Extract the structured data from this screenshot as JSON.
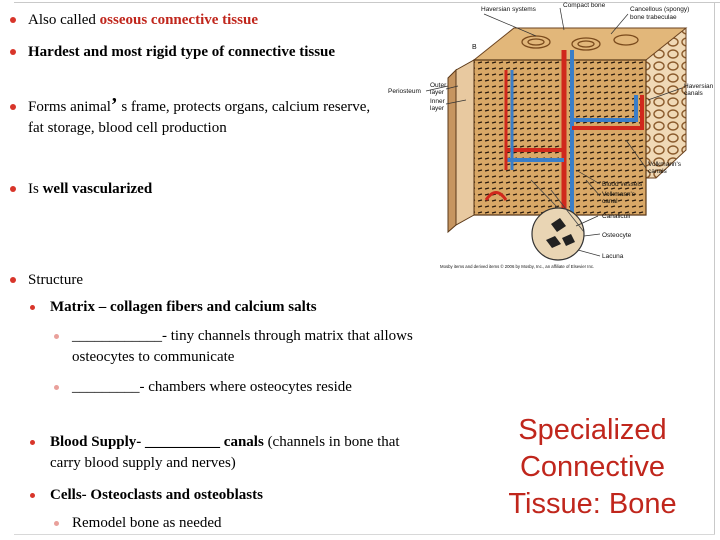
{
  "bullets": {
    "b1_pre": "Also called ",
    "b1_red": "osseous connective tissue",
    "b2": "Hardest and most rigid type of connective tissue",
    "b3_pre": "Forms animal",
    "b3_apos": "’",
    "b3_post": " s frame, protects organs, calcium reserve, fat storage, blood cell production",
    "b4_pre": "Is ",
    "b4_bold": "well vascularized",
    "b5": "Structure",
    "b6": "Matrix – collagen fibers and calcium salts",
    "b7_blank": "____________",
    "b7_text": "- tiny channels through matrix that allows osteocytes to communicate",
    "b8_blank": "_________",
    "b8_text": "- chambers where osteocytes reside",
    "b9_bold": "Blood Supply- __________ canals",
    "b9_text": " (channels in bone that carry blood supply and nerves)",
    "b10": "Cells- Osteoclasts and osteoblasts",
    "b11": "Remodel bone as needed"
  },
  "title": {
    "line1": "Specialized",
    "line2": "Connective",
    "line3": "Tissue: Bone"
  },
  "figure": {
    "letter": "B",
    "haversian_systems": "Haversian systems",
    "compact_bone": "Compact bone",
    "cancellous_1": "Cancellous (spongy)",
    "cancellous_2": "bone trabeculae",
    "periosteum": "Periosteum",
    "outer_layer_1": "Outer",
    "outer_layer_2": "layer",
    "inner_layer_1": "Inner",
    "inner_layer_2": "layer",
    "haversian_canals_1": "Haversian",
    "haversian_canals_2": "canals",
    "volkmanns_canals_1": "Volkmann's",
    "volkmanns_canals_2": "canals",
    "blood_vessels": "Blood vessels",
    "volkmanns_canal_1": "Volkmann's",
    "volkmanns_canal_2": "canal",
    "canaliculi": "Canaliculi",
    "osteocyte": "Osteocyte",
    "lacuna": "Lacuna",
    "credit": "Mosby items and derived items © 2006 by Mosby, Inc., an affiliate of Elsevier Inc."
  }
}
